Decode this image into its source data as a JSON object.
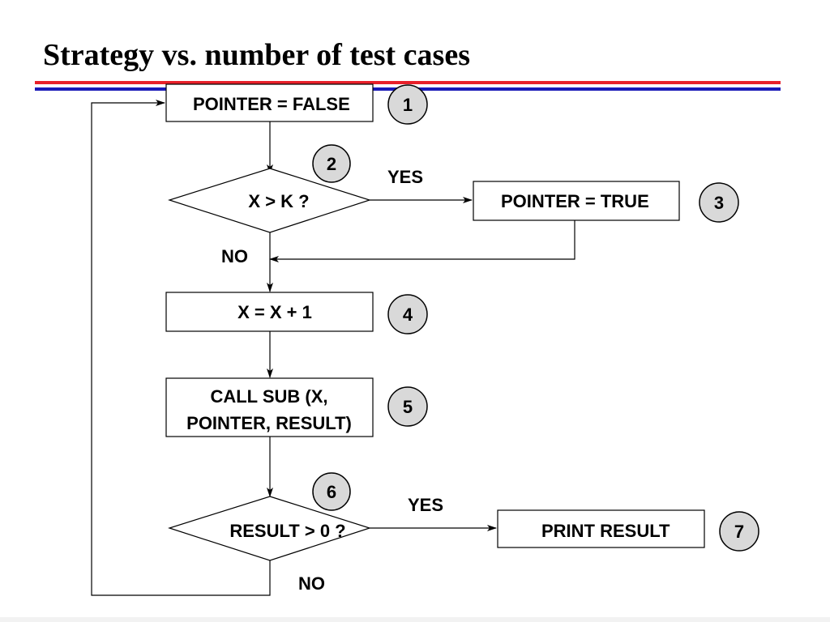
{
  "slide": {
    "title": "Strategy vs. number of test cases",
    "rule_colors": {
      "top": "#e8202a",
      "bottom": "#1a1ab8"
    }
  },
  "flowchart": {
    "nodes": [
      {
        "id": "1",
        "shape": "process",
        "label_lines": [
          "POINTER = FALSE"
        ],
        "step": "1"
      },
      {
        "id": "2",
        "shape": "decision",
        "label_lines": [
          "X > K ?"
        ],
        "step": "2"
      },
      {
        "id": "3",
        "shape": "process",
        "label_lines": [
          "POINTER = TRUE"
        ],
        "step": "3"
      },
      {
        "id": "4",
        "shape": "process",
        "label_lines": [
          "X = X + 1"
        ],
        "step": "4"
      },
      {
        "id": "5",
        "shape": "process",
        "label_lines": [
          "CALL SUB (X,",
          "POINTER, RESULT)"
        ],
        "step": "5"
      },
      {
        "id": "6",
        "shape": "decision",
        "label_lines": [
          "RESULT > 0 ?"
        ],
        "step": "6"
      },
      {
        "id": "7",
        "shape": "process",
        "label_lines": [
          "PRINT RESULT"
        ],
        "step": "7"
      }
    ],
    "edge_labels": {
      "decision2_yes": "YES",
      "decision2_no": "NO",
      "decision6_yes": "YES",
      "decision6_no": "NO"
    },
    "edges": [
      {
        "from": "1",
        "to": "2"
      },
      {
        "from": "2",
        "to": "3",
        "label": "YES"
      },
      {
        "from": "2",
        "to": "4",
        "label": "NO"
      },
      {
        "from": "3",
        "to": "4"
      },
      {
        "from": "4",
        "to": "5"
      },
      {
        "from": "5",
        "to": "6"
      },
      {
        "from": "6",
        "to": "7",
        "label": "YES"
      },
      {
        "from": "6",
        "to": "1",
        "label": "NO"
      }
    ]
  }
}
